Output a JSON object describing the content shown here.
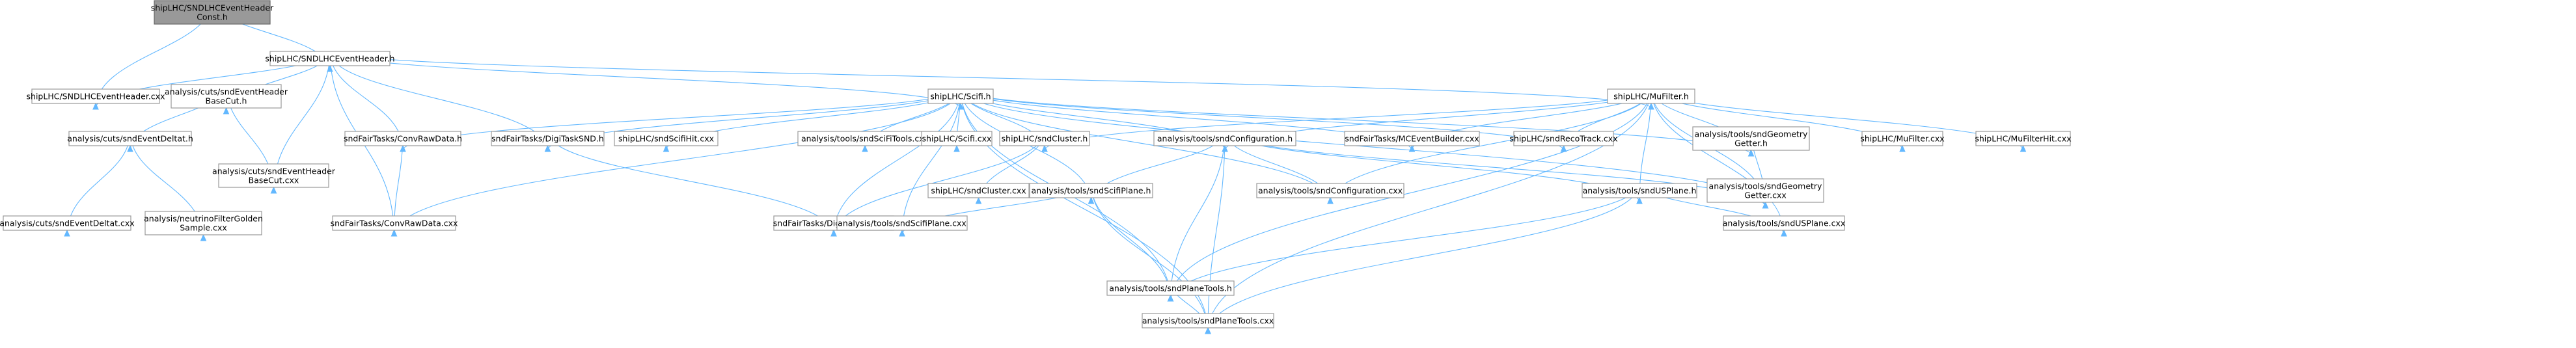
{
  "nodes": [
    {
      "id": "root",
      "lines": [
        "shipLHC/SNDLHCEventHeader",
        "Const.h"
      ],
      "root": true
    },
    {
      "id": "hdr",
      "lines": [
        "shipLHC/SNDLHCEventHeader.h"
      ]
    },
    {
      "id": "hdrcxx",
      "lines": [
        "shipLHC/SNDLHCEventHeader.cxx"
      ]
    },
    {
      "id": "cutbase",
      "lines": [
        "analysis/cuts/sndEventHeader",
        "BaseCut.h"
      ]
    },
    {
      "id": "deltat",
      "lines": [
        "analysis/cuts/sndEventDeltat.h"
      ]
    },
    {
      "id": "cutbasecxx",
      "lines": [
        "analysis/cuts/sndEventHeader",
        "BaseCut.cxx"
      ]
    },
    {
      "id": "deltatcxx",
      "lines": [
        "analysis/cuts/sndEventDeltat.cxx"
      ]
    },
    {
      "id": "neutrino",
      "lines": [
        "analysis/neutrinoFilterGolden",
        "Sample.cxx"
      ]
    },
    {
      "id": "convh",
      "lines": [
        "sndFairTasks/ConvRawData.h"
      ]
    },
    {
      "id": "convcxx",
      "lines": [
        "sndFairTasks/ConvRawData.cxx"
      ]
    },
    {
      "id": "digih",
      "lines": [
        "sndFairTasks/DigiTaskSND.h"
      ]
    },
    {
      "id": "digicxx",
      "lines": [
        "sndFairTasks/DigiTaskSND.cxx"
      ]
    },
    {
      "id": "scifi",
      "lines": [
        "shipLHC/Scifi.h"
      ]
    },
    {
      "id": "scifihit",
      "lines": [
        "shipLHC/sndScifiHit.cxx"
      ]
    },
    {
      "id": "scifitools",
      "lines": [
        "analysis/tools/sndSciFiTools.cxx"
      ]
    },
    {
      "id": "scificxx",
      "lines": [
        "shipLHC/Scifi.cxx"
      ]
    },
    {
      "id": "cluster",
      "lines": [
        "shipLHC/sndCluster.h"
      ]
    },
    {
      "id": "clustercxx",
      "lines": [
        "shipLHC/sndCluster.cxx"
      ]
    },
    {
      "id": "config",
      "lines": [
        "analysis/tools/sndConfiguration.h"
      ]
    },
    {
      "id": "configcxx",
      "lines": [
        "analysis/tools/sndConfiguration.cxx"
      ]
    },
    {
      "id": "scifiplane",
      "lines": [
        "analysis/tools/sndScifiPlane.h"
      ]
    },
    {
      "id": "scifiplanecxx",
      "lines": [
        "analysis/tools/sndScifiPlane.cxx"
      ]
    },
    {
      "id": "planetools",
      "lines": [
        "analysis/tools/sndPlaneTools.h"
      ]
    },
    {
      "id": "planetoolscxx",
      "lines": [
        "analysis/tools/sndPlaneTools.cxx"
      ]
    },
    {
      "id": "mcevent",
      "lines": [
        "sndFairTasks/MCEventBuilder.cxx"
      ]
    },
    {
      "id": "recotrack",
      "lines": [
        "shipLHC/sndRecoTrack.cxx"
      ]
    },
    {
      "id": "mufilter",
      "lines": [
        "shipLHC/MuFilter.h"
      ]
    },
    {
      "id": "geomh",
      "lines": [
        "analysis/tools/sndGeometry",
        "Getter.h"
      ]
    },
    {
      "id": "geomcxx",
      "lines": [
        "analysis/tools/sndGeometry",
        "Getter.cxx"
      ]
    },
    {
      "id": "mufiltercxx",
      "lines": [
        "shipLHC/MuFilter.cxx"
      ]
    },
    {
      "id": "mufilterhit",
      "lines": [
        "shipLHC/MuFilterHit.cxx"
      ]
    },
    {
      "id": "usplane",
      "lines": [
        "analysis/tools/sndUSPlane.h"
      ]
    },
    {
      "id": "usplanecxx",
      "lines": [
        "analysis/tools/sndUSPlane.cxx"
      ]
    }
  ],
  "edges": [
    [
      "root",
      "hdr"
    ],
    [
      "root",
      "hdrcxx"
    ],
    [
      "hdr",
      "hdrcxx"
    ],
    [
      "hdr",
      "cutbase"
    ],
    [
      "hdr",
      "cutbasecxx"
    ],
    [
      "hdr",
      "convh"
    ],
    [
      "hdr",
      "convcxx"
    ],
    [
      "hdr",
      "digih"
    ],
    [
      "hdr",
      "scifi"
    ],
    [
      "hdr",
      "mufilter"
    ],
    [
      "cutbase",
      "deltat"
    ],
    [
      "cutbase",
      "cutbasecxx"
    ],
    [
      "deltat",
      "deltatcxx"
    ],
    [
      "deltat",
      "neutrino"
    ],
    [
      "convh",
      "convcxx"
    ],
    [
      "digih",
      "digicxx"
    ],
    [
      "scifi",
      "convh"
    ],
    [
      "scifi",
      "convcxx"
    ],
    [
      "scifi",
      "digih"
    ],
    [
      "scifi",
      "digicxx"
    ],
    [
      "scifi",
      "scifihit"
    ],
    [
      "scifi",
      "scifitools"
    ],
    [
      "scifi",
      "scificxx"
    ],
    [
      "scifi",
      "cluster"
    ],
    [
      "scifi",
      "config"
    ],
    [
      "scifi",
      "configcxx"
    ],
    [
      "scifi",
      "scifiplane"
    ],
    [
      "scifi",
      "scifiplanecxx"
    ],
    [
      "scifi",
      "planetools"
    ],
    [
      "scifi",
      "planetoolscxx"
    ],
    [
      "scifi",
      "mcevent"
    ],
    [
      "scifi",
      "recotrack"
    ],
    [
      "scifi",
      "geomh"
    ],
    [
      "scifi",
      "geomcxx"
    ],
    [
      "cluster",
      "clustercxx"
    ],
    [
      "cluster",
      "digicxx"
    ],
    [
      "config",
      "configcxx"
    ],
    [
      "config",
      "scifiplane"
    ],
    [
      "config",
      "planetools"
    ],
    [
      "config",
      "planetoolscxx"
    ],
    [
      "config",
      "usplane"
    ],
    [
      "config",
      "geomcxx"
    ],
    [
      "scifiplane",
      "scifiplanecxx"
    ],
    [
      "scifiplane",
      "planetools"
    ],
    [
      "scifiplane",
      "planetoolscxx"
    ],
    [
      "planetools",
      "planetoolscxx"
    ],
    [
      "mufilter",
      "cluster"
    ],
    [
      "mufilter",
      "config"
    ],
    [
      "mufilter",
      "configcxx"
    ],
    [
      "mufilter",
      "mcevent"
    ],
    [
      "mufilter",
      "recotrack"
    ],
    [
      "mufilter",
      "geomh"
    ],
    [
      "mufilter",
      "geomcxx"
    ],
    [
      "mufilter",
      "mufiltercxx"
    ],
    [
      "mufilter",
      "mufilterhit"
    ],
    [
      "mufilter",
      "usplane"
    ],
    [
      "mufilter",
      "usplanecxx"
    ],
    [
      "mufilter",
      "planetools"
    ],
    [
      "mufilter",
      "planetoolscxx"
    ],
    [
      "geomh",
      "geomcxx"
    ],
    [
      "usplane",
      "usplanecxx"
    ],
    [
      "usplane",
      "planetools"
    ],
    [
      "usplane",
      "planetoolscxx"
    ]
  ]
}
